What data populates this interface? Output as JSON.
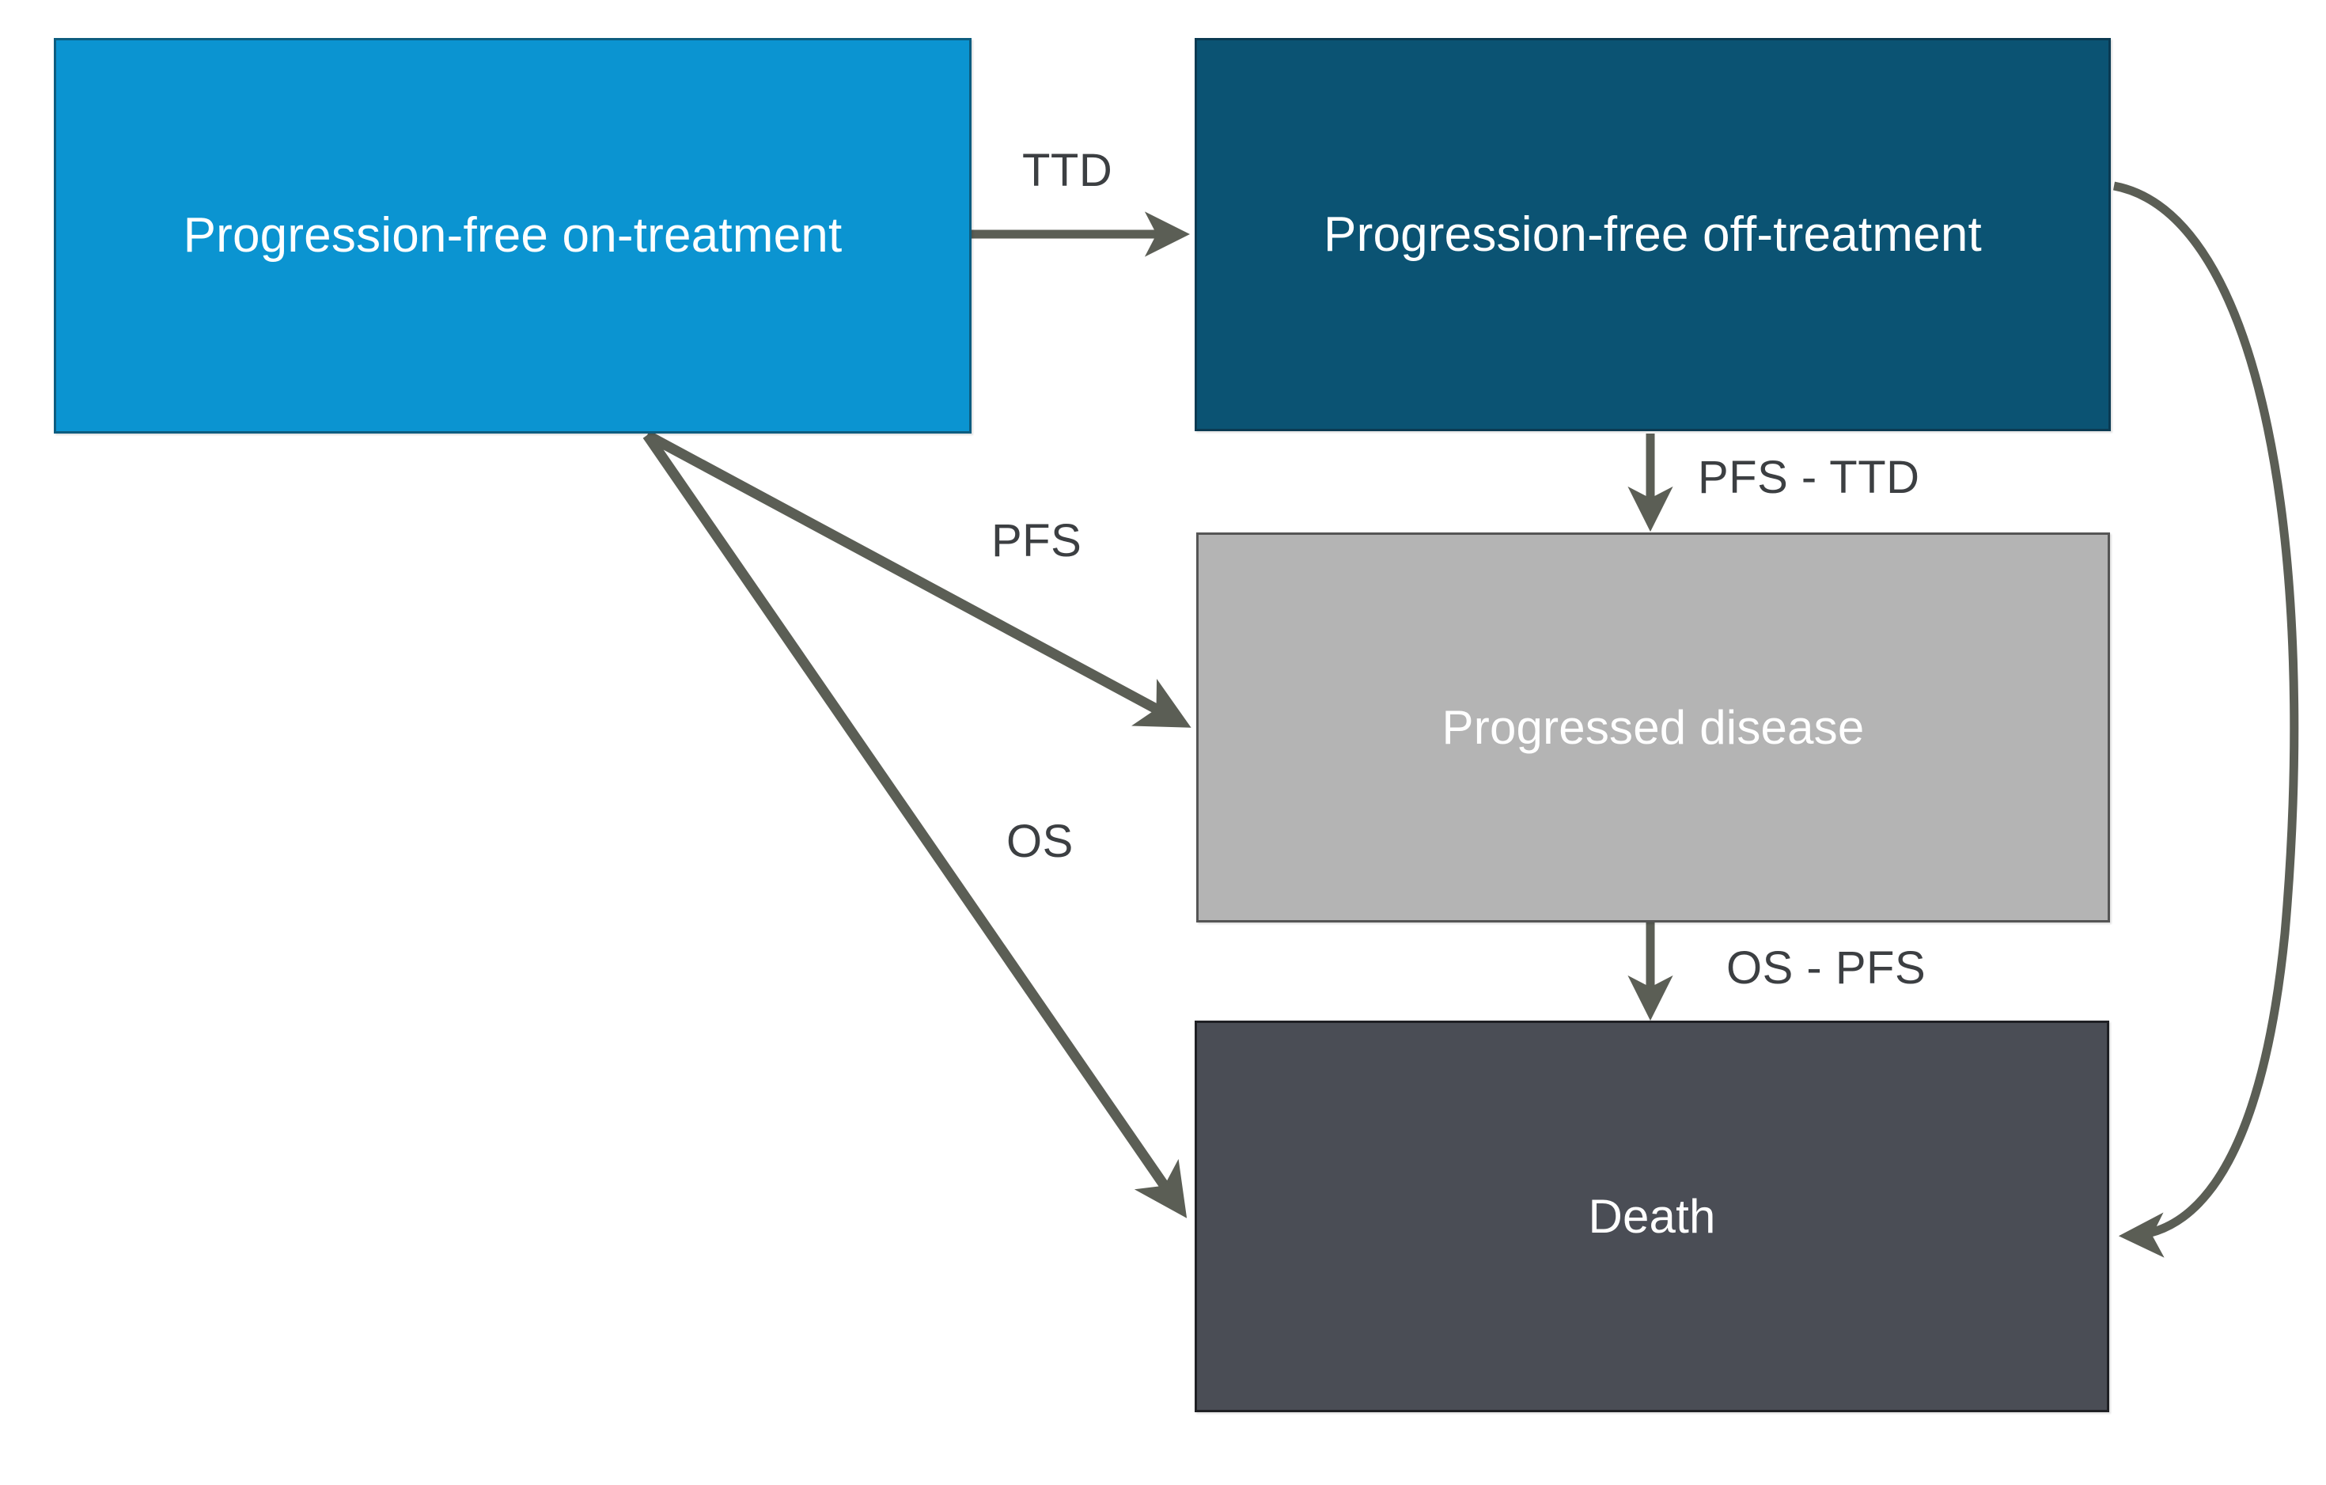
{
  "diagram": {
    "type": "state-transition-flow",
    "background_color": "#ffffff",
    "arrow_color": "#5b5e55",
    "label_color": "#3c3f42",
    "nodes": [
      {
        "id": "pf-on",
        "label": "Progression-free on-treatment",
        "fill": "#0b94d1",
        "text_color": "#ffffff"
      },
      {
        "id": "pf-off",
        "label": "Progression-free off-treatment",
        "fill": "#0b5373",
        "text_color": "#ffffff"
      },
      {
        "id": "progressed",
        "label": "Progressed disease",
        "fill": "#b4b4b4",
        "text_color": "#ffffff"
      },
      {
        "id": "death",
        "label": "Death",
        "fill": "#4a4d55",
        "text_color": "#ffffff"
      }
    ],
    "edges": [
      {
        "id": "ttd",
        "label": "TTD",
        "from": "pf-on",
        "to": "pf-off"
      },
      {
        "id": "pfs",
        "label": "PFS",
        "from": "pf-on",
        "to": "progressed"
      },
      {
        "id": "os",
        "label": "OS",
        "from": "pf-on",
        "to": "death"
      },
      {
        "id": "pfs-ttd",
        "label": "PFS - TTD",
        "from": "pf-off",
        "to": "progressed"
      },
      {
        "id": "os-pfs",
        "label": "OS - PFS",
        "from": "progressed",
        "to": "death"
      },
      {
        "id": "pfoff-death",
        "label": "",
        "from": "pf-off",
        "to": "death"
      }
    ]
  }
}
